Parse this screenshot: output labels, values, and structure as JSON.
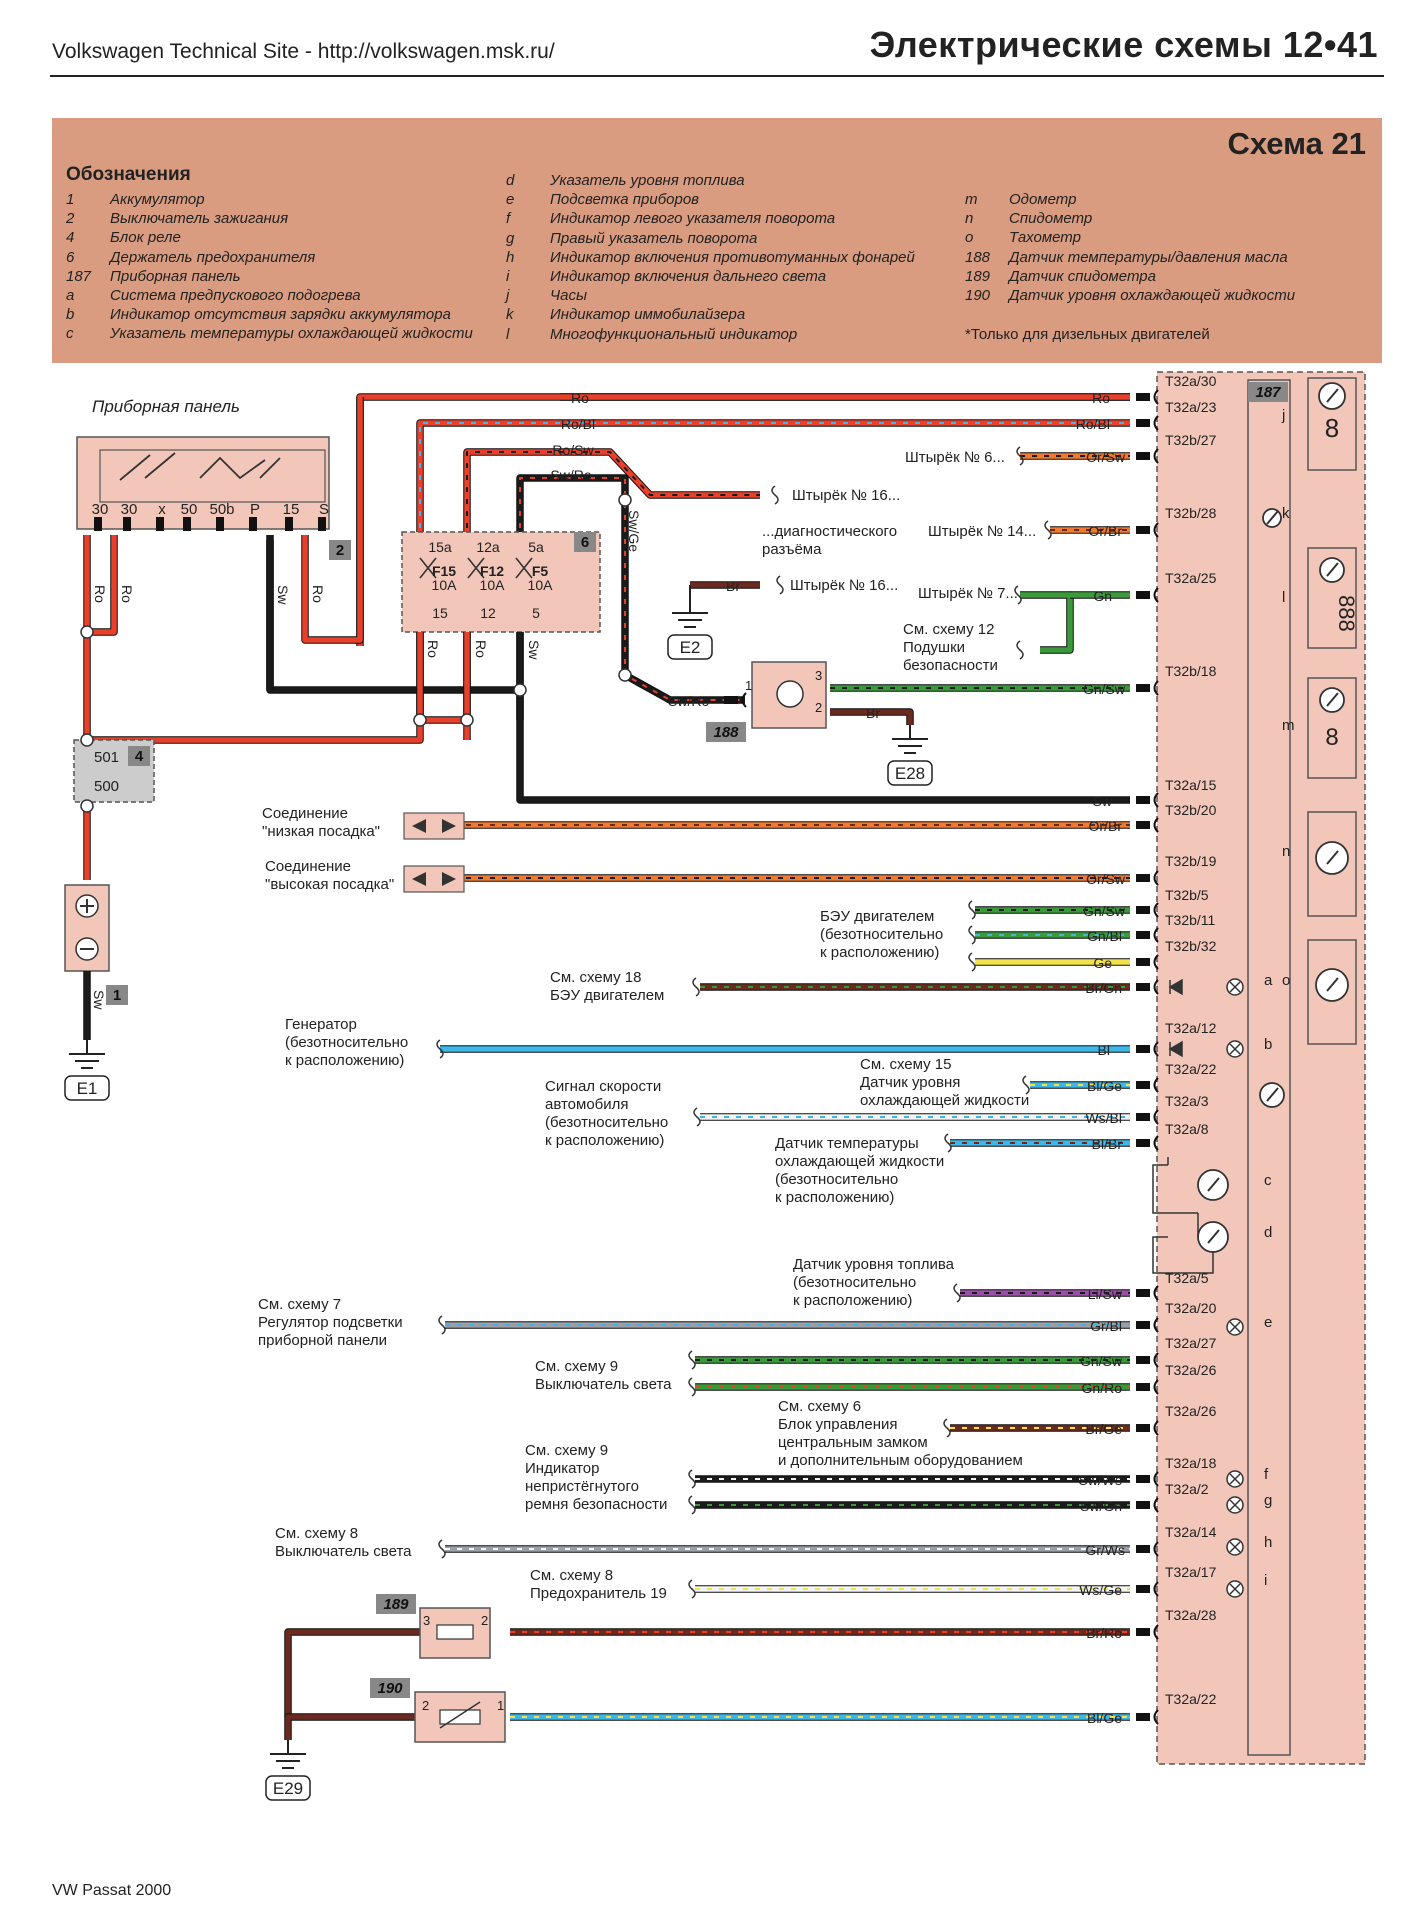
{
  "header": {
    "site": "Volkswagen Technical Site - http://volkswagen.msk.ru/",
    "title": "Электрические схемы 12•41"
  },
  "legend": {
    "scheme": "Схема 21",
    "heading": "Обозначения",
    "col1": [
      {
        "key": "1",
        "text": "Аккумулятор"
      },
      {
        "key": "2",
        "text": "Выключатель зажигания"
      },
      {
        "key": "4",
        "text": "Блок реле"
      },
      {
        "key": "6",
        "text": "Держатель предохранителя"
      },
      {
        "key": "187",
        "text": "Приборная панель"
      },
      {
        "key": "a",
        "text": "Система предпускового подогрева"
      },
      {
        "key": "b",
        "text": "Индикатор отсутствия зарядки аккумулятора"
      },
      {
        "key": "c",
        "text": "Указатель температуры охлаждающей жидкости"
      }
    ],
    "col2": [
      {
        "key": "d",
        "text": "Указатель уровня топлива"
      },
      {
        "key": "e",
        "text": "Подсветка приборов"
      },
      {
        "key": "f",
        "text": "Индикатор левого указателя поворота"
      },
      {
        "key": "g",
        "text": "Правый указатель поворота"
      },
      {
        "key": "h",
        "text": "Индикатор включения противотуманных фонарей"
      },
      {
        "key": "i",
        "text": "Индикатор включения дальнего света"
      },
      {
        "key": "j",
        "text": "Часы"
      },
      {
        "key": "k",
        "text": "Индикатор иммобилайзера"
      },
      {
        "key": "l",
        "text": "Многофункциональный индикатор"
      }
    ],
    "col3": [
      {
        "key": "m",
        "text": "Одометр"
      },
      {
        "key": "n",
        "text": "Спидометр"
      },
      {
        "key": "o",
        "text": "Тахометр"
      },
      {
        "key": "188",
        "text": "Датчик температуры/давления масла"
      },
      {
        "key": "189",
        "text": "Датчик спидометра"
      },
      {
        "key": "190",
        "text": "Датчик уровня охлаждающей жидкости"
      }
    ],
    "note": "*Только для дизельных двигателей"
  },
  "diagram": {
    "panel_label": "Приборная панель",
    "ignition_terminals": [
      "30",
      "30",
      "x",
      "50",
      "50b",
      "P",
      "15",
      "S"
    ],
    "fuse_top": [
      "15a",
      "12a",
      "5a"
    ],
    "fuses": [
      {
        "name": "F15",
        "rating": "10A"
      },
      {
        "name": "F12",
        "rating": "10A"
      },
      {
        "name": "F5",
        "rating": "10A"
      }
    ],
    "fuse_bottom": [
      "15",
      "12",
      "5"
    ],
    "relay_terminals": [
      "501",
      "500"
    ],
    "component_ids": [
      "2",
      "6",
      "4",
      "1",
      "188",
      "189",
      "190",
      "187"
    ],
    "grounds": [
      "E1",
      "E2",
      "E28",
      "E29"
    ],
    "vertical_wire_labels": [
      "Ro",
      "Ro",
      "Sw",
      "Ro",
      "Ro",
      "Ro",
      "Sw",
      "Sw",
      "Sw/Ge"
    ],
    "top_wires": [
      "Ro",
      "Ro/Bl",
      "Ro/Sw",
      "Sw/Ro"
    ],
    "connector_wires": [
      "Ro",
      "Ro/Bl",
      "Or/Sw",
      "Or/Br",
      "Gn",
      "Gn/Sw",
      "Sw",
      "Or/Br",
      "Or/Sw",
      "Gn/Sw",
      "Gn/Bl",
      "Ge",
      "Br/Gn",
      "Bl",
      "Bl/Ge",
      "Ws/Bl",
      "Bl/Br",
      "Li/Sw",
      "Gr/Bl",
      "Gn/Sw",
      "Gn/Ro",
      "Br/Ge",
      "Sw/Ws",
      "Sw/Gn",
      "Gr/Ws",
      "Ws/Ge",
      "Br/Ro",
      "Bl/Ge"
    ],
    "pins": [
      "T32a/30",
      "T32a/23",
      "T32b/27",
      "T32b/28",
      "T32a/25",
      "T32b/18",
      "T32a/15",
      "T32b/20",
      "T32b/19",
      "T32b/5",
      "T32b/11",
      "T32b/32",
      "T32a/12",
      "T32a/22",
      "T32a/3",
      "T32a/8",
      "T32a/5",
      "T32a/20",
      "T32a/27",
      "T32a/26",
      "T32a/26",
      "T32a/18",
      "T32a/2",
      "T32a/14",
      "T32a/17",
      "T32a/28",
      "T32a/22"
    ],
    "side_letters": [
      "j",
      "k",
      "l",
      "m",
      "n",
      "a",
      "o",
      "b",
      "c",
      "d",
      "e",
      "f",
      "g",
      "h",
      "i"
    ],
    "misc_labels": {
      "sw_br": "Br",
      "sensor_sw_ro": "Sw/Ro",
      "sensor_br": "Br",
      "pin1": "1",
      "pin2": "2",
      "pin3": "3",
      "s189_3": "3",
      "s189_2": "2",
      "s190_2": "2",
      "s190_1": "1",
      "gauge_digits": "888",
      "digit8a": "8",
      "digit8b": "8"
    },
    "notes": {
      "pin16a": "Штырёк № 16...",
      "diag": "...диагностического\nразъёма",
      "pin14": "Штырёк № 14...",
      "pin16b": "Штырёк № 16...",
      "pin7": "Штырёк № 7...",
      "pin6": "Штырёк № 6...",
      "airbag": "См. схему 12\nПодушки\nбезопасности",
      "low": "Соединение\n\"низкая посадка\"",
      "high": "Соединение\n\"высокая посадка\"",
      "beu": "БЭУ двигателем\n(безотносительно\nк расположению)",
      "scheme18": "См. схему 18\nБЭУ двигателем",
      "gen": "Генератор\n(безотносительно\nк расположению)",
      "scheme15": "См. схему 15\nДатчик уровня\nохлаждающей жидкости",
      "speed": "Сигнал скорости\nавтомобиля\n(безотносительно\nк расположению)",
      "temp": "Датчик температуры\nохлаждающей жидкости\n(безотносительно\nк расположению)",
      "fuel": "Датчик уровня топлива\n(безотносительно\nк расположению)",
      "scheme7": "См. схему 7\nРегулятор подсветки\nприборной панели",
      "scheme9a": "См. схему 9\nВыключатель света",
      "scheme6": "См. схему 6\nБлок управления\nцентральным замком\nи дополнительным оборудованием",
      "scheme9b": "См. схему 9\nИндикатор\nнепристёгнутого\nремня безопасности",
      "scheme8a": "См. схему 8\nВыключатель света",
      "scheme8b": "См. схему 8\nПредохранитель 19"
    }
  },
  "footer": "VW Passat 2000"
}
